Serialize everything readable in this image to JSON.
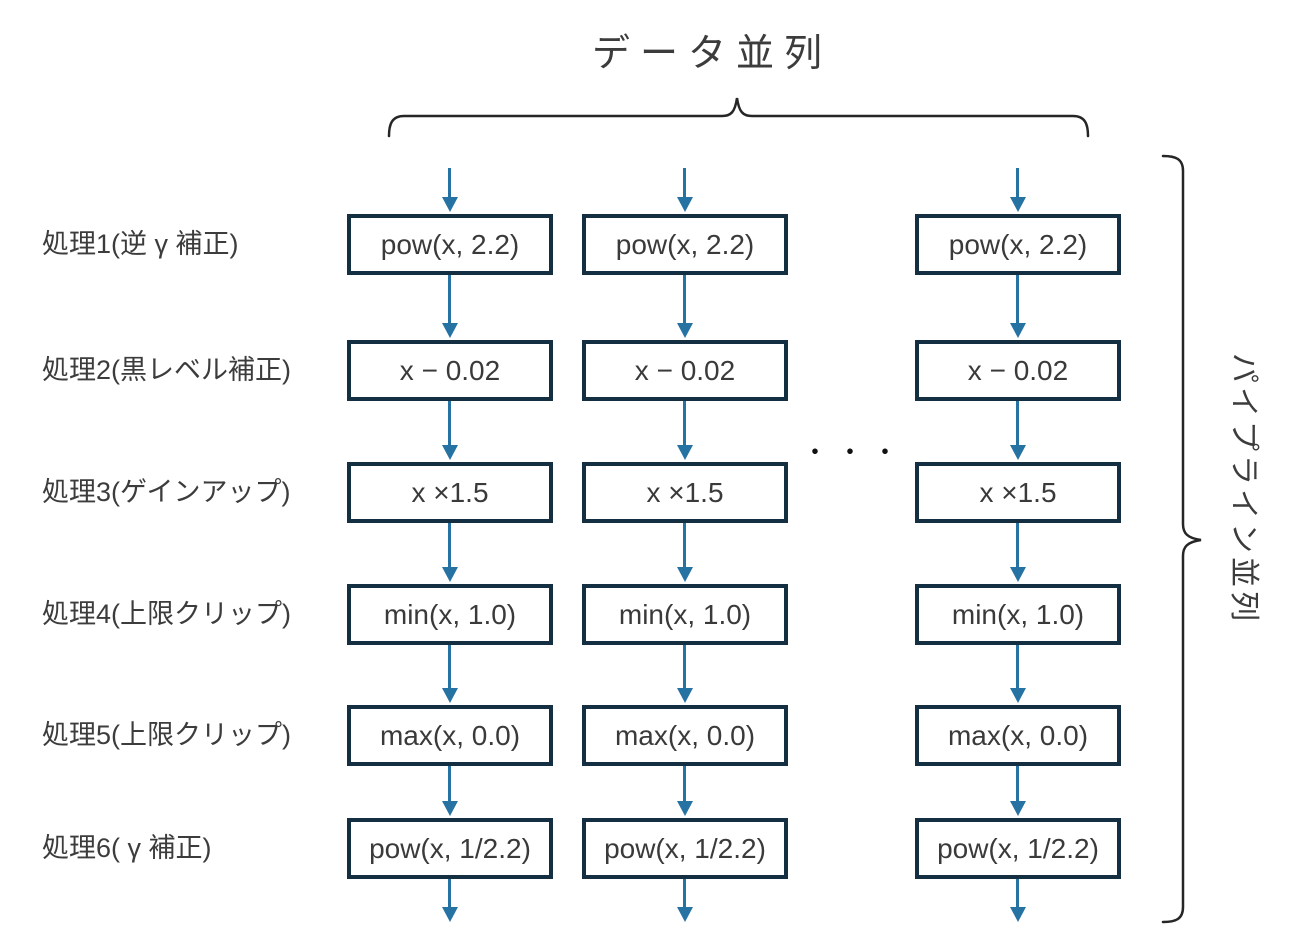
{
  "diagram": {
    "title": "データ並列",
    "pipeline_label": "パイプライン並列",
    "ellipsis": "・・・",
    "rows": [
      {
        "label": "処理1(逆 γ 補正)",
        "formula": "pow(x, 2.2)"
      },
      {
        "label": "処理2(黒レベル補正)",
        "formula": "x − 0.02"
      },
      {
        "label": "処理3(ゲインアップ)",
        "formula": "x ×1.5"
      },
      {
        "label": "処理4(上限クリップ)",
        "formula": "min(x, 1.0)"
      },
      {
        "label": "処理5(上限クリップ)",
        "formula": "max(x, 0.0)"
      },
      {
        "label": "処理6( γ 補正)",
        "formula": "pow(x, 1/2.2)"
      }
    ],
    "columns": 3,
    "colors": {
      "arrow": "#2673a3",
      "box_border": "#152f42",
      "brace": "#262626",
      "text": "#3a3a3a"
    }
  }
}
